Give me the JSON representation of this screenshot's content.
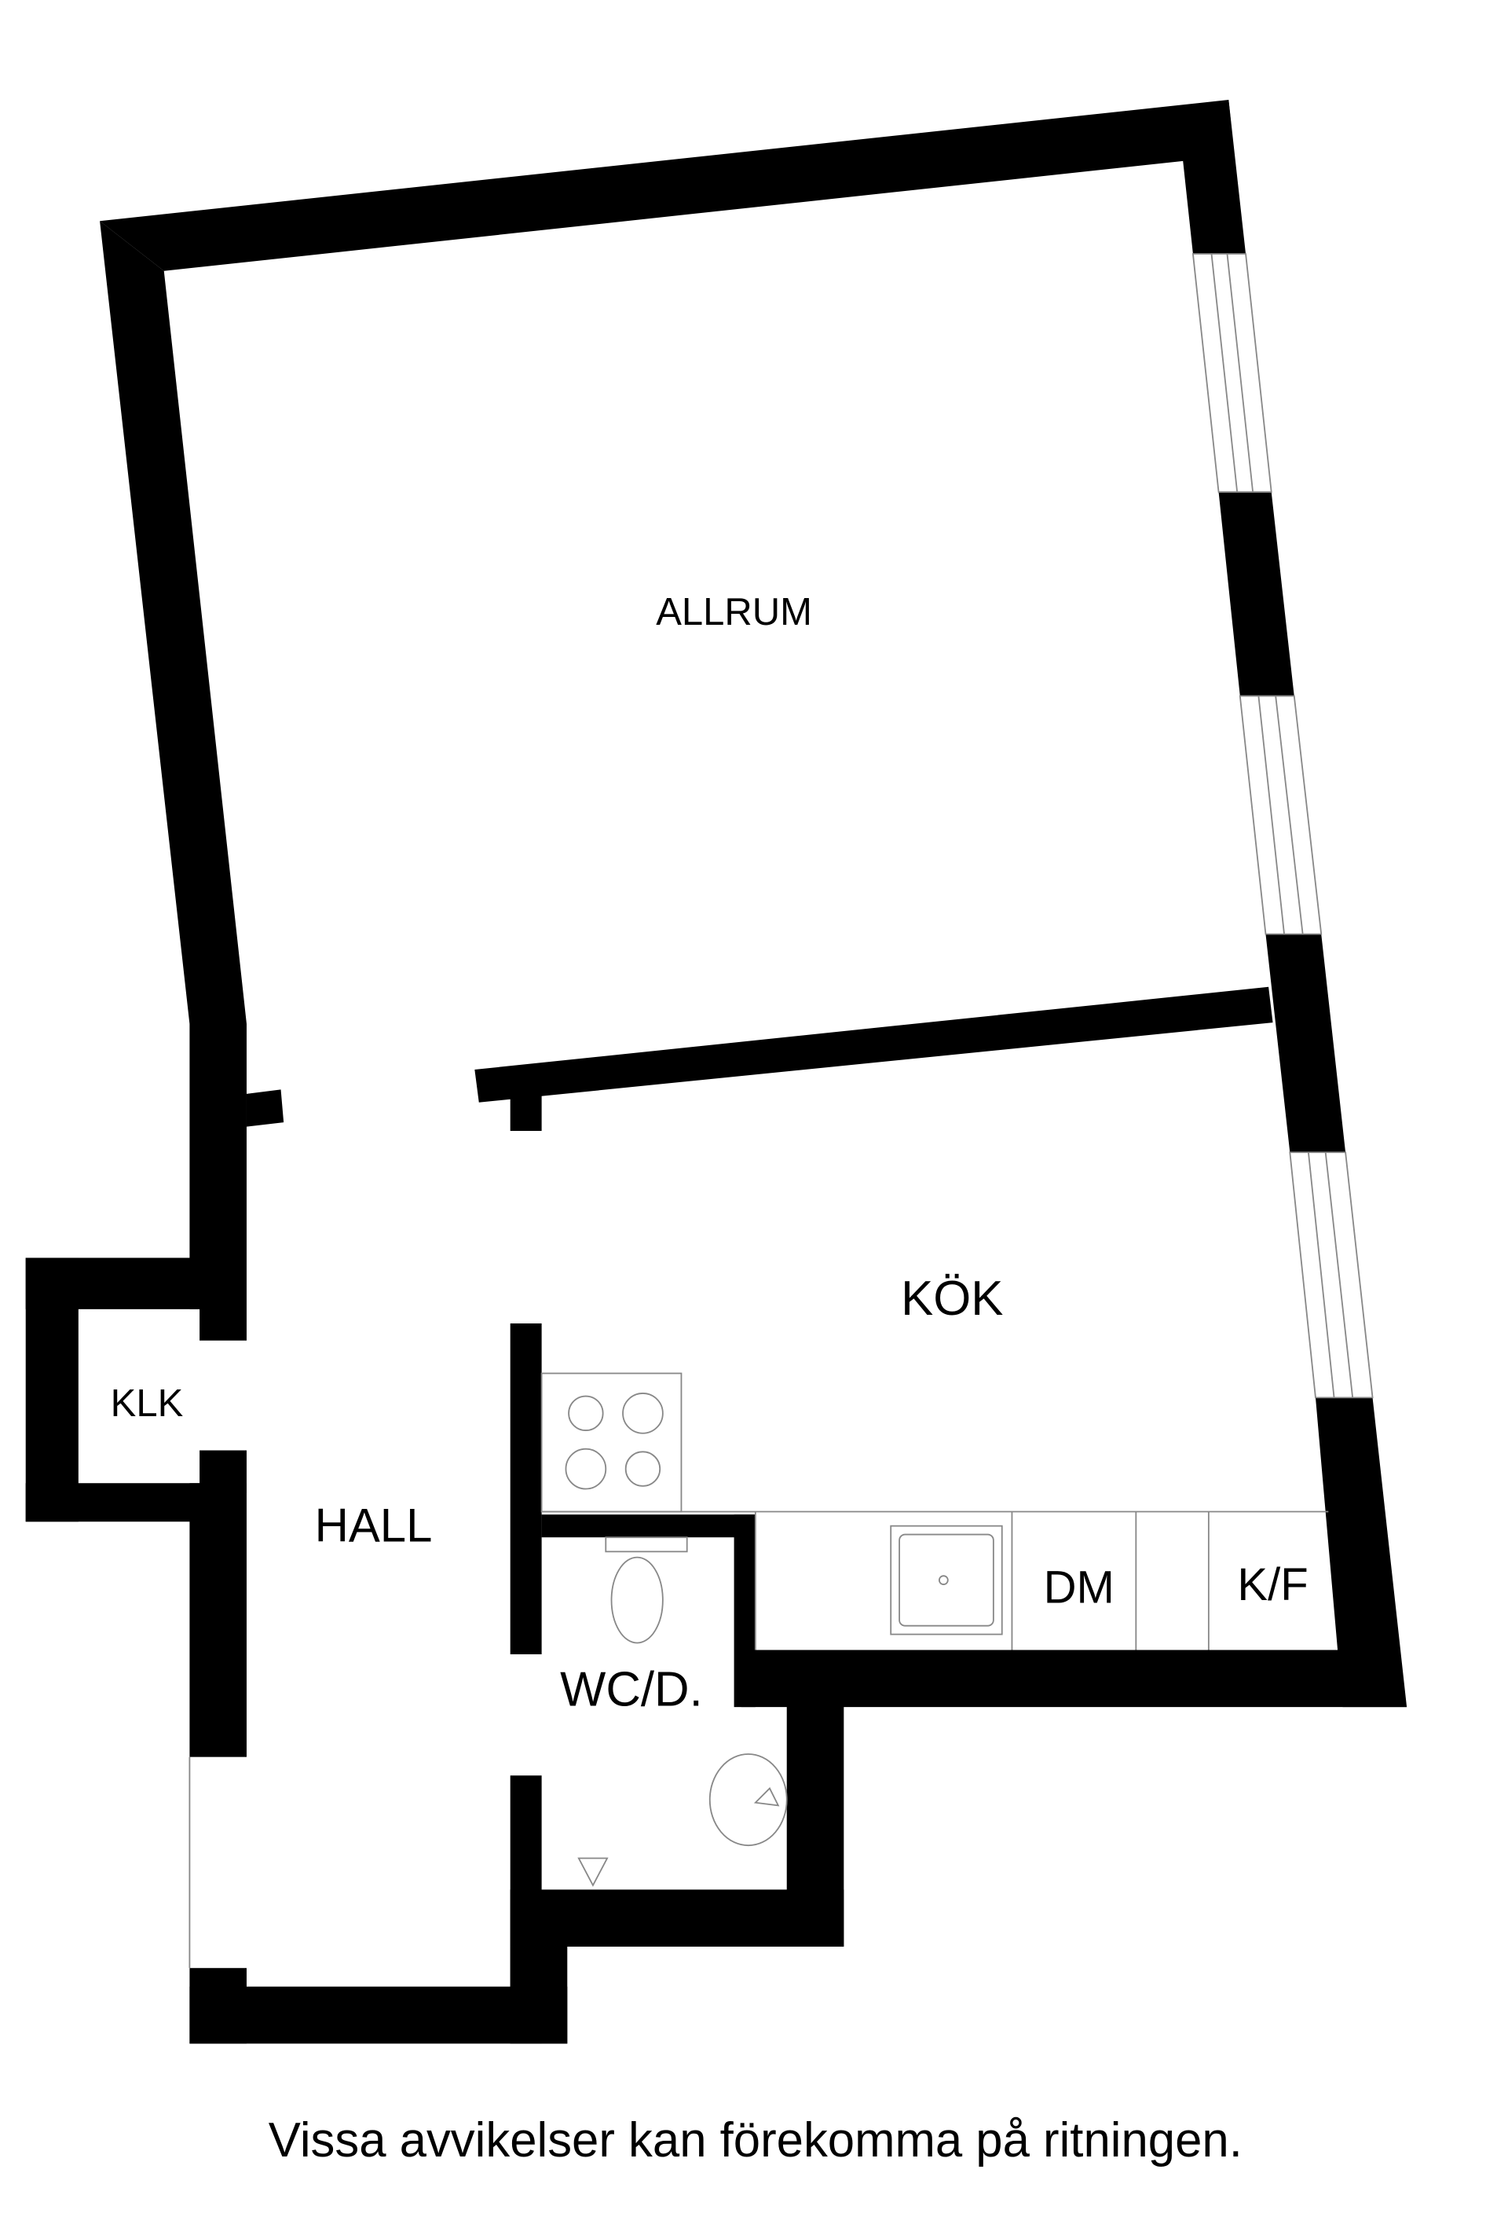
{
  "rooms": {
    "allrum": "ALLRUM",
    "kok": "KÖK",
    "klk": "KLK",
    "hall": "HALL",
    "wc": "WC/D."
  },
  "fixtures": {
    "dishwasher": "DM",
    "fridge_freezer": "K/F"
  },
  "footnote": "Vissa avvikelser kan förekomma på ritningen."
}
